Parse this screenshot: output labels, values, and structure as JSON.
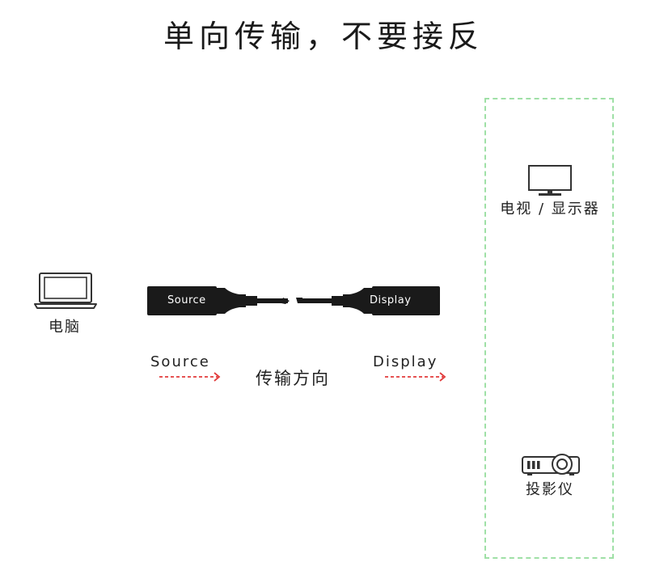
{
  "title": "单向传输，不要接反",
  "source_device": {
    "label": "电脑",
    "icon": "laptop-icon"
  },
  "cable": {
    "source_plug_label": "Source",
    "display_plug_label": "Display",
    "plug_color": "#1a1a1a"
  },
  "direction": {
    "source_label": "Source",
    "display_label": "Display",
    "center_label": "传输方向",
    "arrow_color": "#e23b3b"
  },
  "destinations": {
    "border_color": "#9fe0a6",
    "items": [
      {
        "label": "电视 / 显示器",
        "icon": "monitor-icon"
      },
      {
        "label": "投影仪",
        "icon": "projector-icon"
      }
    ]
  }
}
